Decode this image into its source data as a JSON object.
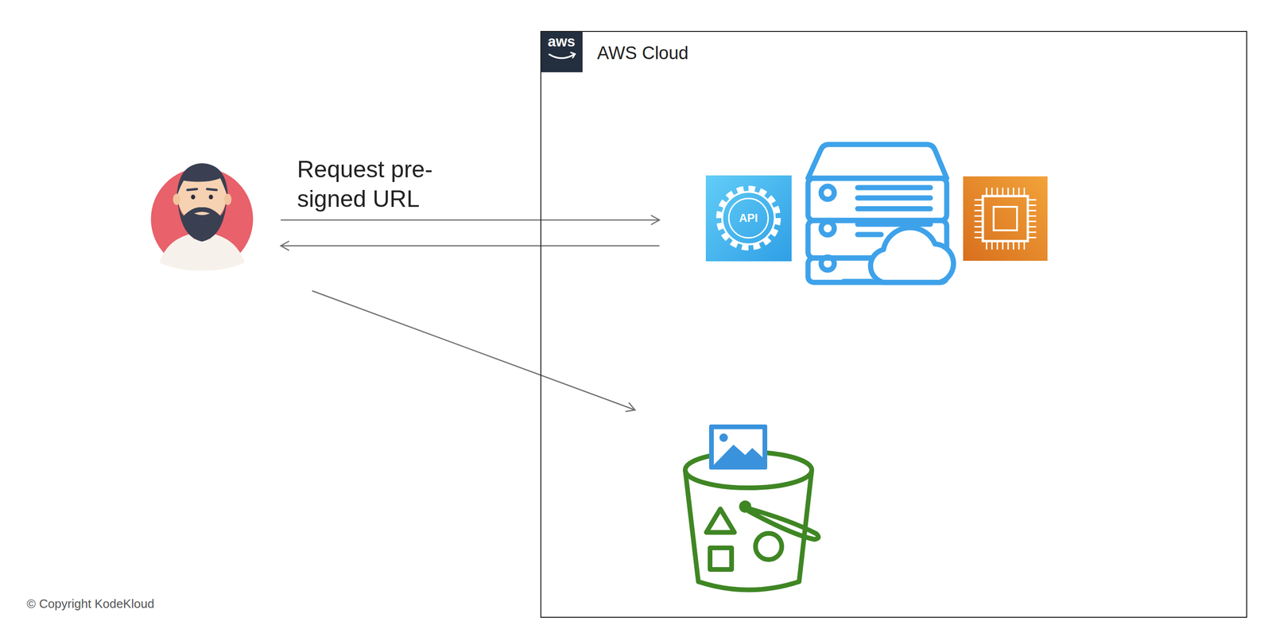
{
  "diagram": {
    "nodes": [
      {
        "text": [
          "AWS Cloud"
        ]
      }
    ],
    "labels": [
      "aws",
      "Request pre-signed URL",
      "API",
      "© Copyright KodeKloud"
    ]
  }
}
